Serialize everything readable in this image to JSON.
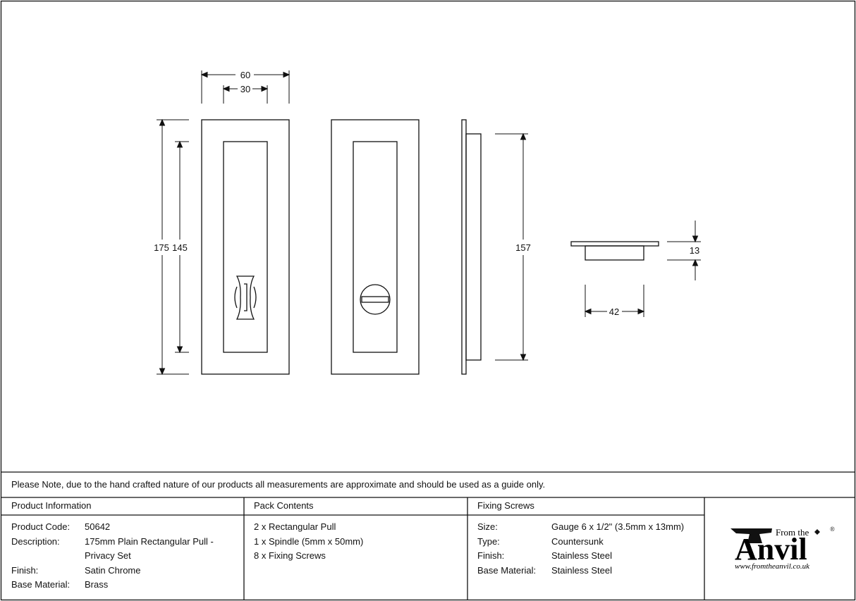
{
  "dimensions": {
    "width_outer": "60",
    "width_inner": "30",
    "height_outer": "175",
    "height_inner": "145",
    "side_height": "157",
    "depth": "13",
    "recess_width": "42"
  },
  "note": "Please Note, due to the hand crafted nature of our products all measurements are approximate and should be used as a guide only.",
  "product_info": {
    "header": "Product Information",
    "rows": [
      {
        "label": "Product Code:",
        "value": "50642"
      },
      {
        "label": "Description:",
        "value": "175mm Plain Rectangular Pull -"
      },
      {
        "label": "",
        "value": "Privacy Set"
      },
      {
        "label": "Finish:",
        "value": "Satin Chrome"
      },
      {
        "label": "Base Material:",
        "value": "Brass"
      }
    ]
  },
  "pack_contents": {
    "header": "Pack Contents",
    "items": [
      "2 x Rectangular Pull",
      "1 x Spindle (5mm x 50mm)",
      "8 x Fixing Screws"
    ]
  },
  "fixing_screws": {
    "header": "Fixing Screws",
    "rows": [
      {
        "label": "Size:",
        "value": "Gauge 6 x 1/2\" (3.5mm x 13mm)"
      },
      {
        "label": "Type:",
        "value": "Countersunk"
      },
      {
        "label": "Finish:",
        "value": "Stainless Steel"
      },
      {
        "label": "Base Material:",
        "value": "Stainless Steel"
      }
    ]
  },
  "logo": {
    "from_the": "From the",
    "brand": "Anvil",
    "registered": "®",
    "url": "www.fromtheanvil.co.uk"
  }
}
